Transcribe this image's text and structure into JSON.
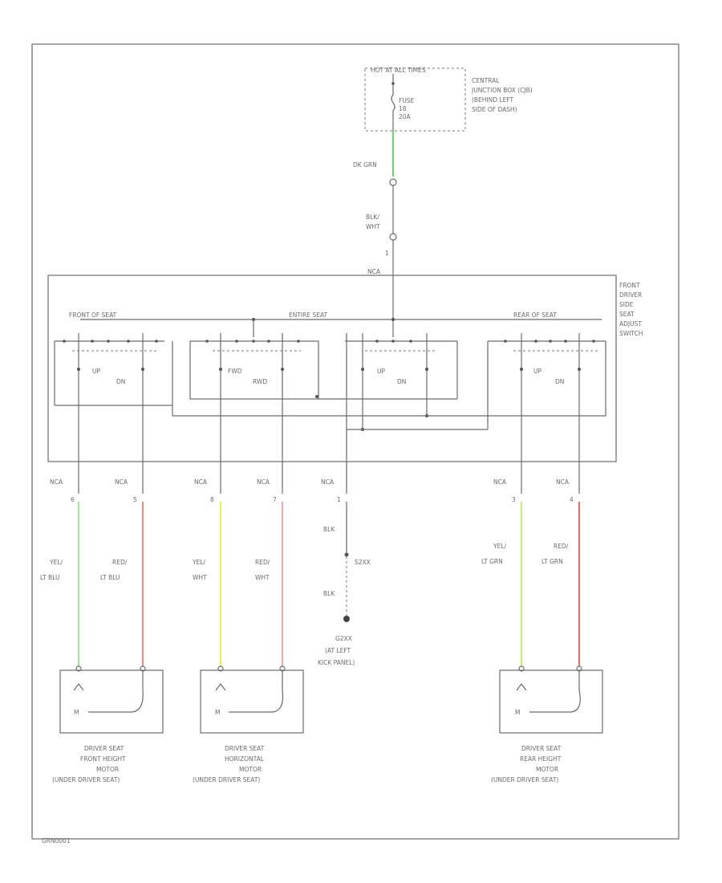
{
  "fuse_box": {
    "title": "HOT AT ALL TIMES",
    "fuse_name": "FUSE",
    "fuse_num": "18",
    "fuse_amps": "20A",
    "location": [
      "CENTRAL",
      "JUNCTION BOX (CJB)",
      "(BEHIND LEFT",
      "SIDE OF DASH)"
    ]
  },
  "main_wire_upper": "DK GRN",
  "main_wire_lower": [
    "BLK/",
    "WHT"
  ],
  "connector_pin": "1",
  "nca_top": "NCA",
  "switch_block": {
    "label": [
      "FRONT",
      "DRIVER",
      "SIDE",
      "SEAT",
      "ADJUST",
      "SWITCH"
    ],
    "group_front": "FRONT OF SEAT",
    "group_entire": "ENTIRE SEAT",
    "group_rear": "REAR OF SEAT",
    "sw1_up": "UP",
    "sw1_dn": "DN",
    "sw2_fwd": "FWD",
    "sw2_rwd": "RWD",
    "sw3_up": "UP",
    "sw3_dn": "DN",
    "sw4_up": "UP",
    "sw4_dn": "DN"
  },
  "wires": [
    {
      "nca": "NCA",
      "pin": "6",
      "color_line1": "YEL/",
      "color_line2": "LT BLU",
      "hex": "#a8e0a0"
    },
    {
      "nca": "NCA",
      "pin": "5",
      "color_line1": "RED/",
      "color_line2": "LT BLU",
      "hex": "#f08a8a"
    },
    {
      "nca": "NCA",
      "pin": "8",
      "color_line1": "YEL/",
      "color_line2": "WHT",
      "hex": "#f2ee55"
    },
    {
      "nca": "NCA",
      "pin": "7",
      "color_line1": "RED/",
      "color_line2": "WHT",
      "hex": "#f4a8a8"
    },
    {
      "nca": "NCA",
      "pin": "3",
      "color_line1": "YEL/",
      "color_line2": "LT GRN",
      "hex": "#c8f070"
    },
    {
      "nca": "NCA",
      "pin": "4",
      "color_line1": "RED/",
      "color_line2": "LT GRN",
      "hex": "#f06868"
    }
  ],
  "ground": {
    "nca": "NCA",
    "pin": "1",
    "wire1": "BLK",
    "wire2": "BLK",
    "splice": "S2XX",
    "label": [
      "G2XX",
      "(AT LEFT",
      "KICK PANEL)"
    ]
  },
  "motors": [
    {
      "m": "M",
      "label": [
        "DRIVER SEAT",
        "FRONT HEIGHT",
        "MOTOR",
        "(UNDER DRIVER SEAT)"
      ]
    },
    {
      "m": "M",
      "label": [
        "DRIVER SEAT",
        "HORIZONTAL",
        "MOTOR",
        "(UNDER DRIVER SEAT)"
      ]
    },
    {
      "m": "M",
      "label": [
        "DRIVER SEAT",
        "REAR HEIGHT",
        "MOTOR",
        "(UNDER DRIVER SEAT)"
      ]
    }
  ],
  "footer_code": "GRN0001",
  "wire_colors": {
    "dk_green": "#6fd36f",
    "line_gray": "#6a6a6a"
  }
}
